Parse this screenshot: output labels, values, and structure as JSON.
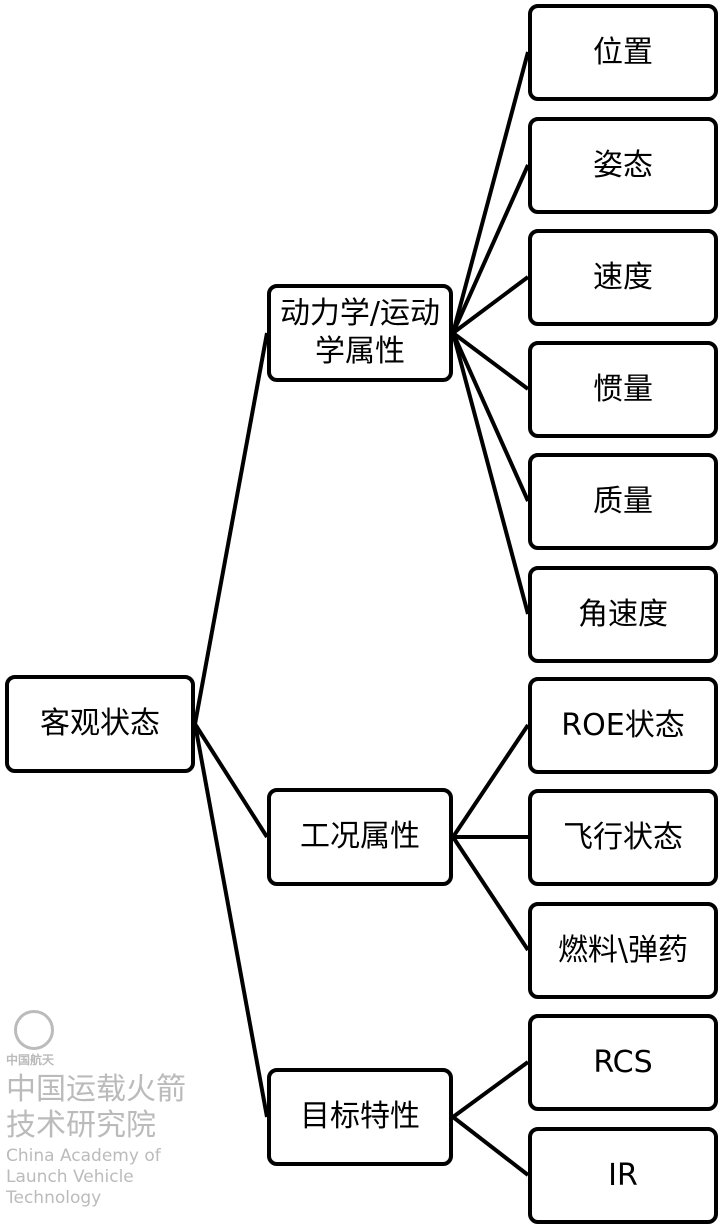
{
  "root": {
    "label": "客观状态"
  },
  "groups": [
    {
      "label": "动力学/运动学属性",
      "children": [
        "位置",
        "姿态",
        "速度",
        "惯量",
        "质量",
        "角速度"
      ]
    },
    {
      "label": "工况属性",
      "children": [
        "ROE状态",
        "飞行状态",
        "燃料\\弹药"
      ]
    },
    {
      "label": "目标特性",
      "children": [
        "RCS",
        "IR"
      ]
    }
  ],
  "watermark": {
    "chinese": "中国运载火箭技术研究院",
    "english": "China Academy of Launch Vehicle Technology",
    "small": "中国航天"
  }
}
